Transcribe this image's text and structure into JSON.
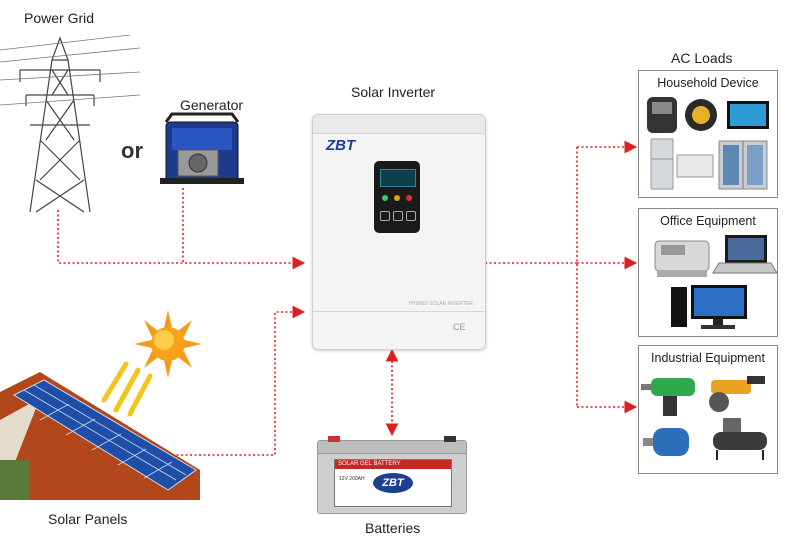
{
  "labels": {
    "power_grid": "Power Grid",
    "or": "or",
    "generator": "Generator",
    "solar_inverter": "Solar Inverter",
    "ac_loads": "AC Loads",
    "solar_panels": "Solar Panels",
    "batteries": "Batteries"
  },
  "inverter": {
    "brand": "ZBT",
    "model_text": "HYBRID SOLAR INVERTER",
    "ce_mark": "CE"
  },
  "battery": {
    "brand": "ZBT",
    "label_title": "SOLAR GEL BATTERY",
    "label_spec": "12V 200AH"
  },
  "load_groups": [
    {
      "title": "Household Device"
    },
    {
      "title": "Office Equipment"
    },
    {
      "title": "Industrial Equipment"
    }
  ],
  "colors": {
    "arrow": "#e02020",
    "box_border": "#888888",
    "inverter_body": "#f4f4f4",
    "brand_blue": "#1c3f8f"
  }
}
